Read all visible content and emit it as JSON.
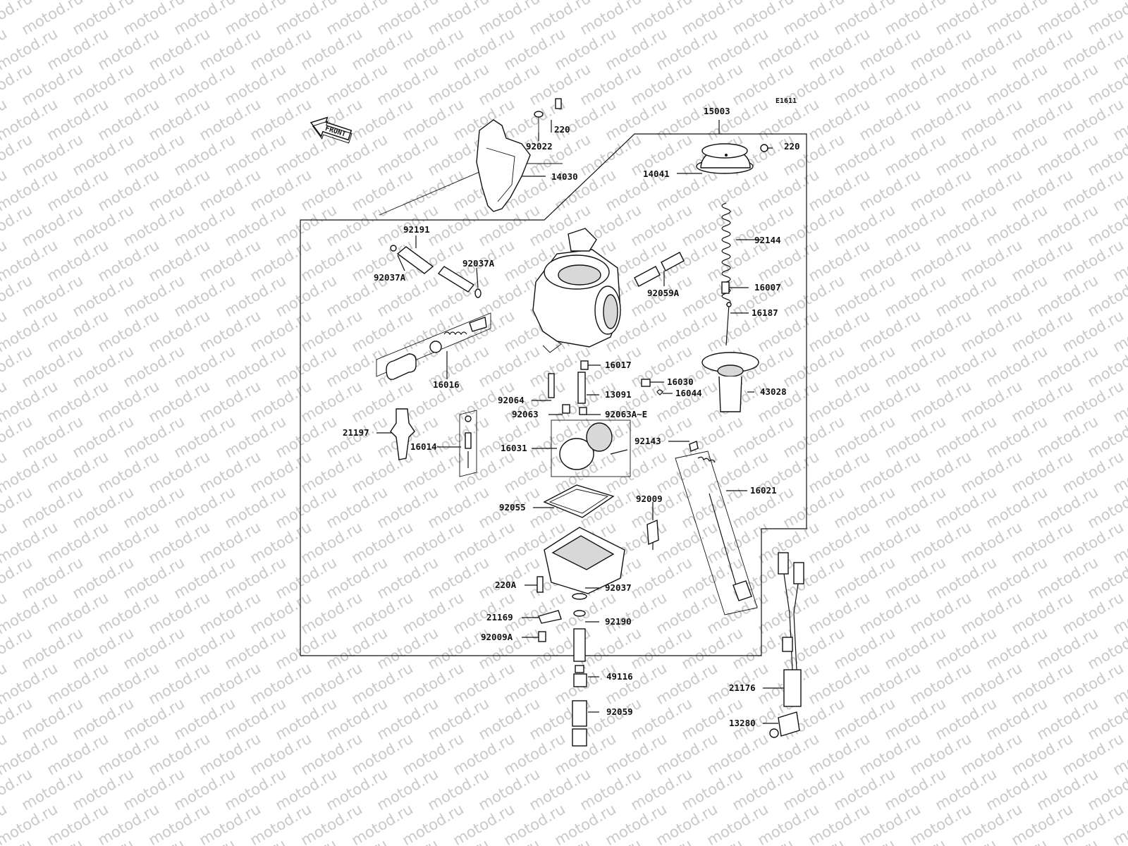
{
  "diagram": {
    "code": "E1611",
    "front_tag": "FRONT",
    "watermark": "motod.ru",
    "parts": {
      "p15003": "15003",
      "p220_top": "220",
      "p92022": "92022",
      "p14030": "14030",
      "p220_cap": "220",
      "p14041": "14041",
      "p92191": "92191",
      "p92037A_right": "92037A",
      "p92037A_left": "92037A",
      "p92144": "92144",
      "p92059A": "92059A",
      "p16007": "16007",
      "p16187": "16187",
      "p16016": "16016",
      "p16017": "16017",
      "p16030": "16030",
      "p13091": "13091",
      "p16044": "16044",
      "p43028": "43028",
      "p92064": "92064",
      "p92063": "92063",
      "p92063AE": "92063A~E",
      "p21197": "21197",
      "p16014": "16014",
      "p16031": "16031",
      "p92143": "92143",
      "p16021": "16021",
      "p92009": "92009",
      "p92055": "92055",
      "p220A": "220A",
      "p92037": "92037",
      "p21169": "21169",
      "p92190": "92190",
      "p92009A": "92009A",
      "p49116": "49116",
      "p92059": "92059",
      "p21176": "21176",
      "p13280": "13280"
    }
  }
}
